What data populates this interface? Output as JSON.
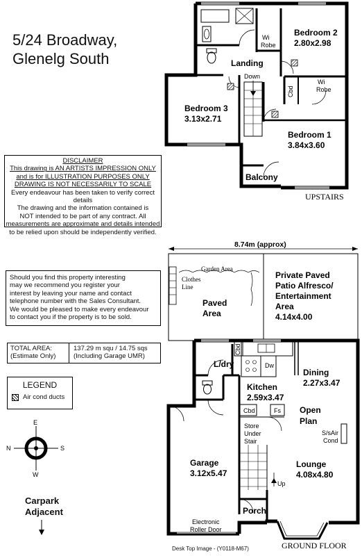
{
  "address": {
    "line1": "5/24 Broadway,",
    "line2": "Glenelg South"
  },
  "disclaimer": {
    "heading": "DISCLAIMER",
    "l1": "This drawing is AN ARTISTS IMPRESSION ONLY",
    "l2": "and is for ILLUSTRATION PURPOSES ONLY",
    "l3": "DRAWING IS NOT NECESSARILY TO SCALE",
    "l4": "Every endeavour has been taken to verify correct details",
    "l5": "The drawing and the information contained is",
    "l6": "NOT intended to be part of any contract. All",
    "l7": "measurements are approximate and details intended",
    "l8": "to be relied upon should be independently verified."
  },
  "interest": {
    "l1": "Should you find this property interesting",
    "l2": "may we recommend you register your",
    "l3": "interest by leaving your name and contact",
    "l4": "telephone number with the Sales Consultant.",
    "l5": "We would be pleased to make every endeavour",
    "l6": "to contact you if the property is to be sold."
  },
  "total_area": {
    "label1": "TOTAL AREA:",
    "label2": "(Estimate Only)",
    "value1": "137.29 m squ / 14.75 sqs",
    "value2": "(Including Garage UMR)"
  },
  "legend": {
    "title": "LEGEND",
    "item": "Air cond ducts"
  },
  "compass": {
    "n": "N",
    "e": "E",
    "s": "S",
    "w": "W"
  },
  "carpark": {
    "l1": "Carpark",
    "l2": "Adjacent"
  },
  "upstairs": {
    "label": "UPSTAIRS",
    "bedroom2": {
      "name": "Bedroom 2",
      "size": "2.80x2.98"
    },
    "bedroom3": {
      "name": "Bedroom 3",
      "size": "3.13x2.71"
    },
    "bedroom1": {
      "name": "Bedroom 1",
      "size": "3.84x3.60"
    },
    "landing": "Landing",
    "down": "Down",
    "wi": "Wi",
    "robe": "Robe",
    "cbd": "Cbd",
    "balcony": "Balcony"
  },
  "ground": {
    "label": "GROUND FLOOR",
    "width": "8.74m (approx)",
    "garden": "Garden Area",
    "clothes1": "Clothes",
    "clothes2": "Line",
    "paved1": "Paved",
    "paved2": "Area",
    "patio1": "Private Paved",
    "patio2": "Patio Alfresco/",
    "patio3": "Entertainment",
    "patio4": "Area",
    "patio_size": "4.14x4.00",
    "ldry": "L/dry",
    "cbd": "Cbd",
    "dw": "Dw",
    "fs": "Fs",
    "kitchen": {
      "name": "Kitchen",
      "size": "2.59x3.47"
    },
    "dining": {
      "name": "Dining",
      "size": "2.27x3.47"
    },
    "open1": "Open",
    "open2": "Plan",
    "store1": "Store",
    "store2": "Under",
    "store3": "Stair",
    "ssair1": "S/sAir",
    "ssair2": "Cond",
    "lounge": {
      "name": "Lounge",
      "size": "4.08x4.80"
    },
    "garage": {
      "name": "Garage",
      "size": "3.12x5.47"
    },
    "up": "Up",
    "porch": "Porch",
    "roller1": "Electronic",
    "roller2": "Roller Door"
  },
  "footer": "Desk Top Image - (Y0118-M67)"
}
